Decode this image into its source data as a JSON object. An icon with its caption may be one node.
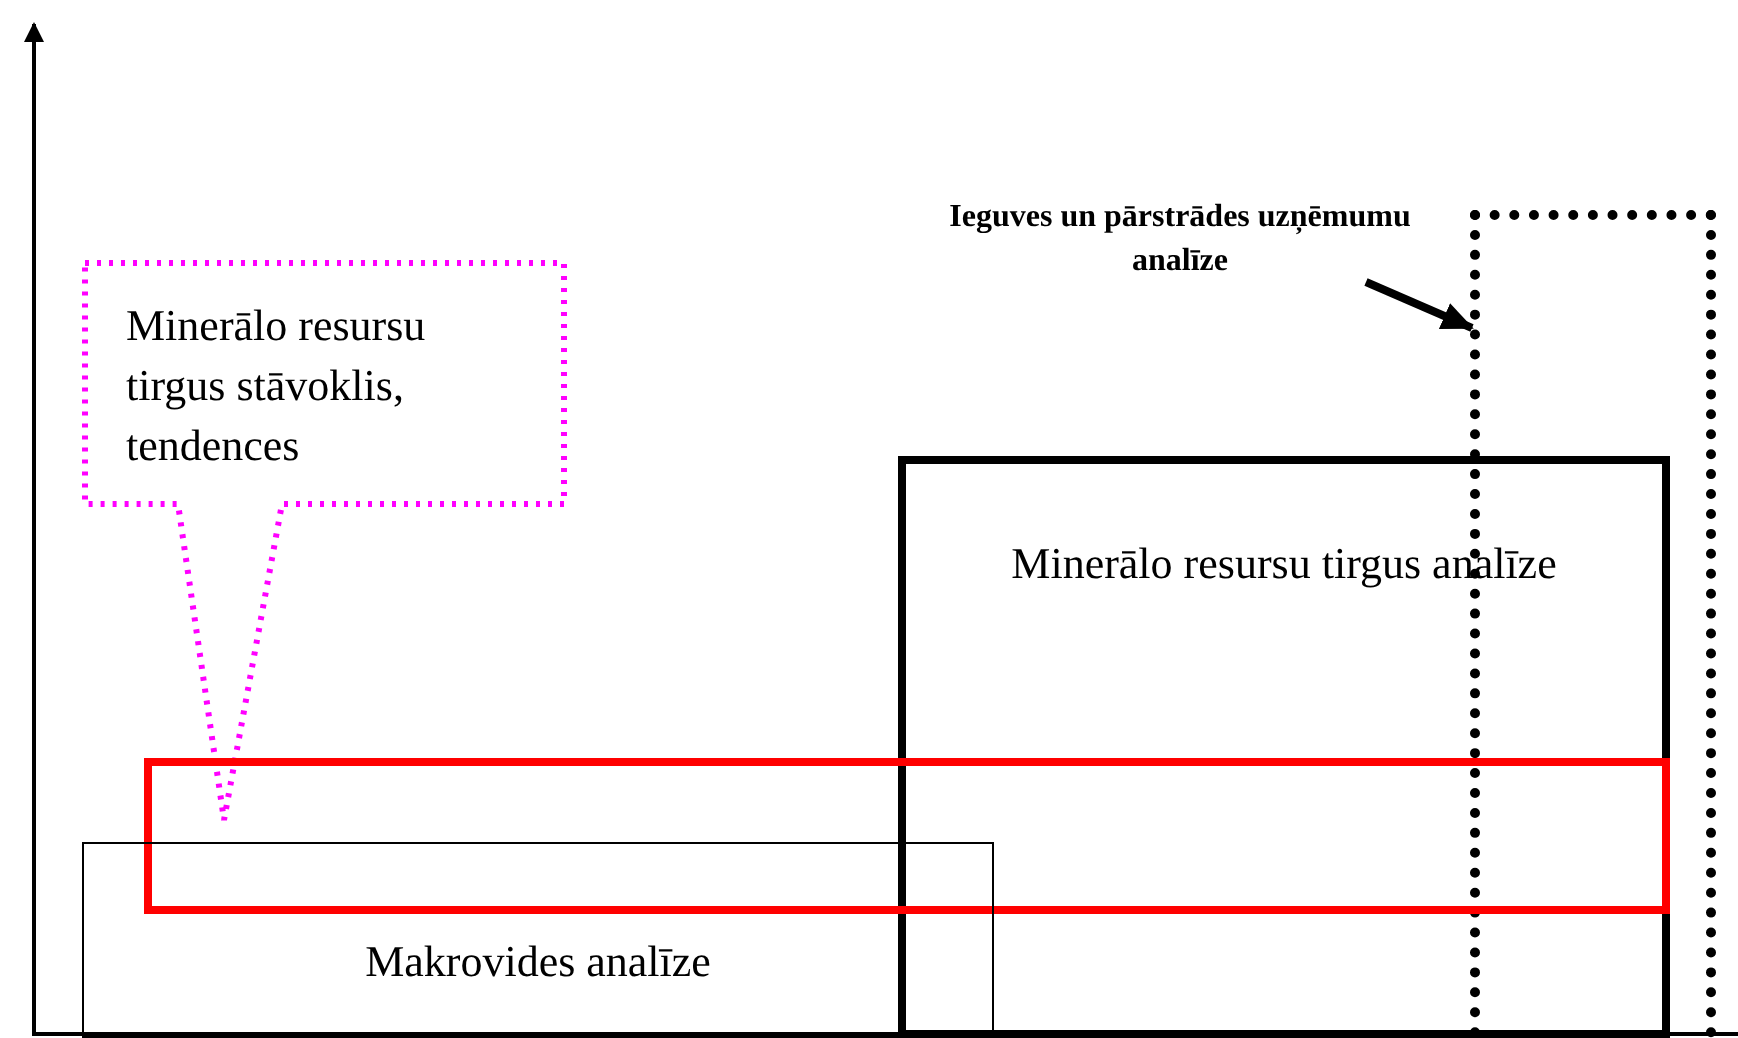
{
  "diagram": {
    "nodes": [
      {
        "text": [
          "Minerālo resursu tirgus stāvoklis, tendences"
        ]
      },
      {
        "text": [
          "Ieguves un pārstrādes uzņēmumu analīze"
        ]
      },
      {
        "text": [],
        "shape": "box"
      },
      {
        "text": [
          "Minerālo resursu tirgus analīze"
        ]
      },
      {
        "text": [],
        "shape": "box"
      },
      {
        "text": [
          "Makrovides analīze"
        ]
      }
    ],
    "edges": [
      {
        "from": 1,
        "to": 2,
        "arrow": "to"
      }
    ]
  }
}
